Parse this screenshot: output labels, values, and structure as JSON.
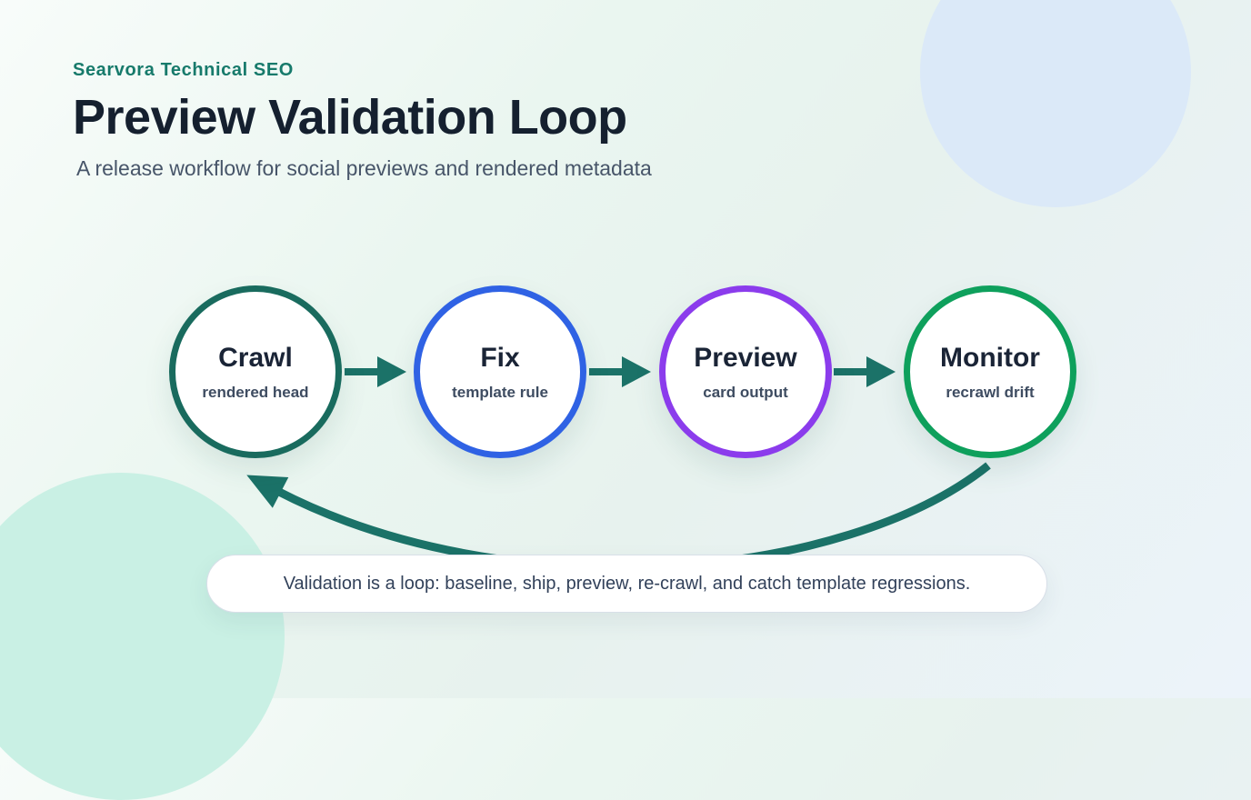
{
  "header": {
    "kicker": "Searvora Technical SEO",
    "title": "Preview Validation Loop",
    "subtitle": "A release workflow for social previews and rendered metadata"
  },
  "flow": {
    "nodes": [
      {
        "label": "Crawl",
        "sublabel": "rendered head",
        "color": "#196B5E"
      },
      {
        "label": "Fix",
        "sublabel": "template rule",
        "color": "#2F62E4"
      },
      {
        "label": "Preview",
        "sublabel": "card output",
        "color": "#8B3CEC"
      },
      {
        "label": "Monitor",
        "sublabel": "recrawl drift",
        "color": "#0EA05C"
      }
    ],
    "arrow_color": "#1B7268"
  },
  "caption": {
    "text": "Validation is a loop: baseline, ship, preview, re-crawl, and catch template regressions."
  },
  "colors": {
    "kicker": "#177A6B",
    "title": "#15202F",
    "subtitle": "#475569",
    "node_label": "#1A2436",
    "node_sublabel": "#3E4C61",
    "caption_text": "#32415A",
    "caption_border": "#D8DFE8",
    "background_circle_blue": "#DBE9F8",
    "background_circle_mint": "#C9F0E4"
  }
}
